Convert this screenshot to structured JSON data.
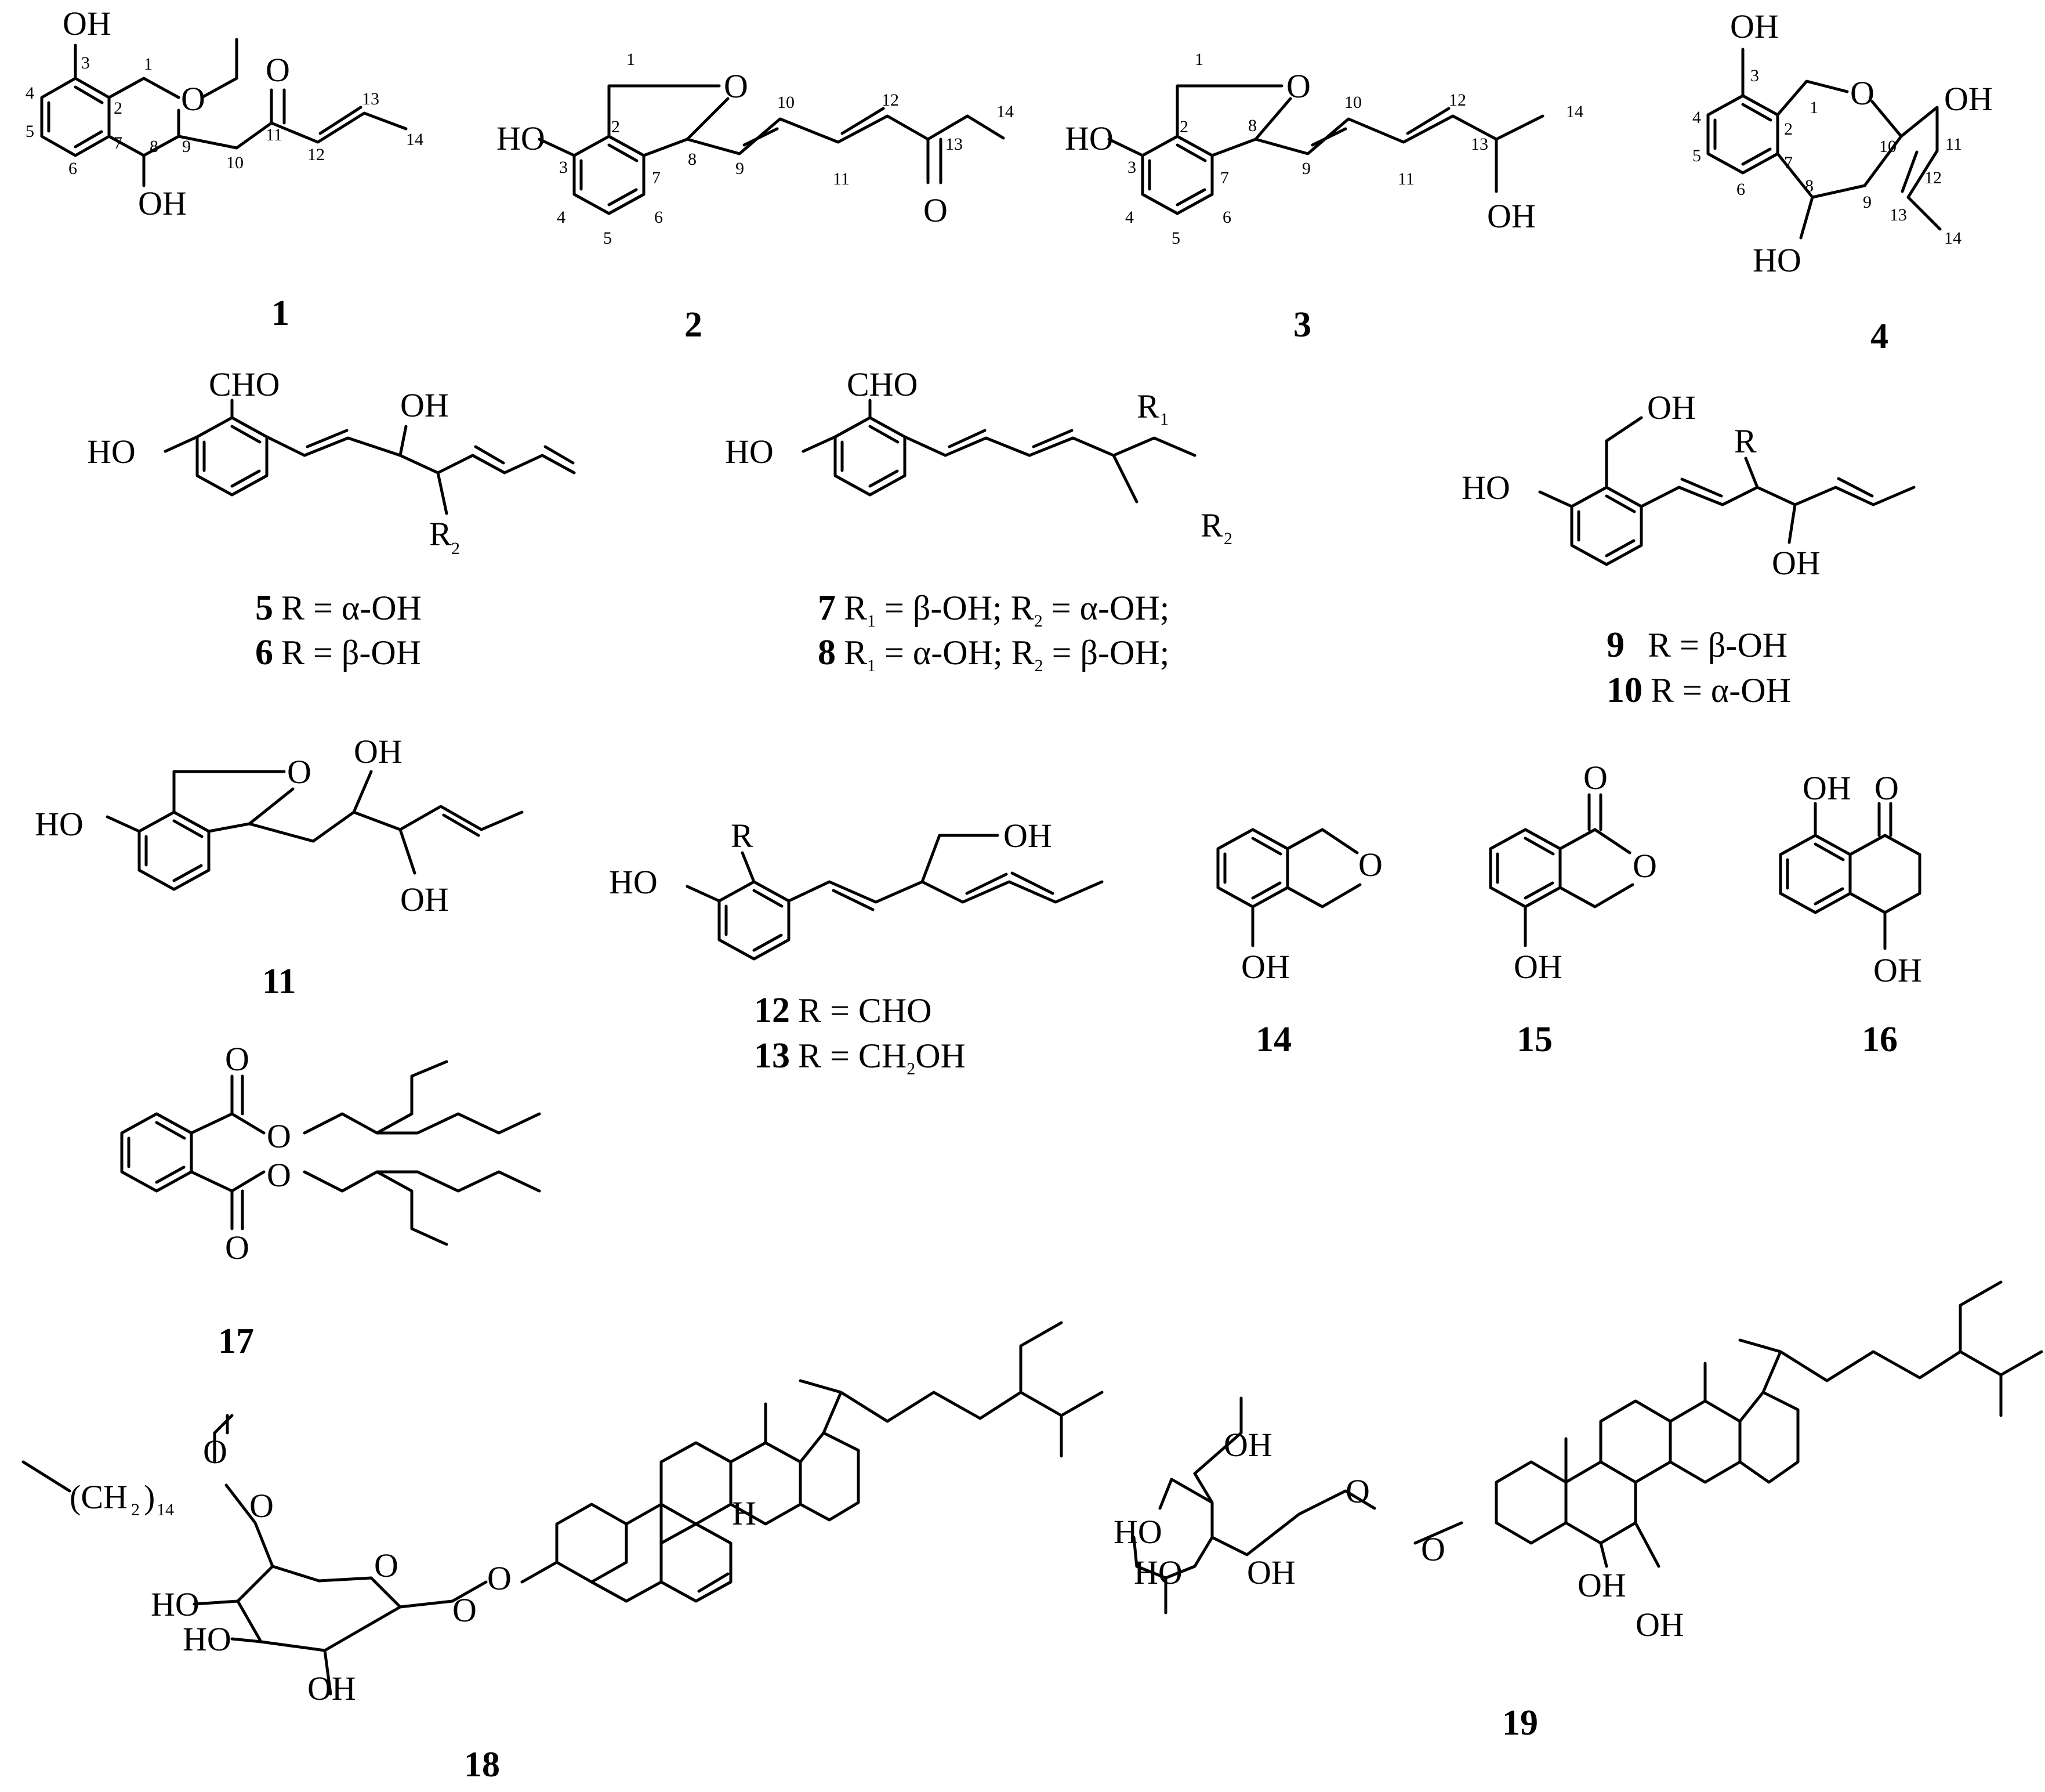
{
  "compounds": [
    {
      "id": "1",
      "atoms": [
        "OH",
        "O",
        "O",
        "OH"
      ],
      "locants": [
        "1",
        "2",
        "3",
        "4",
        "5",
        "6",
        "7",
        "8",
        "9",
        "10",
        "11",
        "12",
        "13",
        "14"
      ]
    },
    {
      "id": "2",
      "atoms": [
        "O",
        "HO",
        "O"
      ],
      "locants": [
        "1",
        "2",
        "3",
        "4",
        "5",
        "6",
        "7",
        "8",
        "9",
        "10",
        "11",
        "12",
        "13",
        "14"
      ]
    },
    {
      "id": "3",
      "atoms": [
        "O",
        "HO",
        "OH"
      ],
      "locants": [
        "1",
        "2",
        "3",
        "4",
        "5",
        "6",
        "7",
        "8",
        "9",
        "10",
        "11",
        "12",
        "13",
        "14"
      ]
    },
    {
      "id": "4",
      "atoms": [
        "OH",
        "O",
        "OH",
        "HO"
      ],
      "locants": [
        "1",
        "2",
        "3",
        "4",
        "5",
        "6",
        "7",
        "8",
        "9",
        "10",
        "11",
        "12",
        "13",
        "14"
      ]
    },
    {
      "id": "5",
      "atoms": [
        "CHO",
        "HO",
        "OH",
        "R",
        "2"
      ],
      "caption": "R = α-OH"
    },
    {
      "id": "6",
      "caption": "R = β-OH"
    },
    {
      "id": "7",
      "atoms": [
        "CHO",
        "HO",
        "R",
        "1",
        "R",
        "2"
      ],
      "caption_parts": [
        "R",
        "1",
        " = β-OH; R",
        "2",
        " = α-OH;"
      ]
    },
    {
      "id": "8",
      "caption_parts": [
        "R",
        "1",
        " = α-OH; R",
        "2",
        " = β-OH;"
      ]
    },
    {
      "id": "9",
      "atoms": [
        "OH",
        "HO",
        "R",
        "OH"
      ],
      "caption": "R = β-OH"
    },
    {
      "id": "10",
      "caption": "R = α-OH"
    },
    {
      "id": "11",
      "atoms": [
        "O",
        "HO",
        "OH",
        "OH"
      ]
    },
    {
      "id": "12",
      "atoms": [
        "R",
        "HO",
        "OH"
      ],
      "caption": "R = CHO"
    },
    {
      "id": "13",
      "caption_parts": [
        "R = CH",
        "2",
        "OH"
      ]
    },
    {
      "id": "14",
      "atoms": [
        "O",
        "OH"
      ]
    },
    {
      "id": "15",
      "atoms": [
        "O",
        "O",
        "OH"
      ]
    },
    {
      "id": "16",
      "atoms": [
        "OH",
        "O",
        "OH"
      ]
    },
    {
      "id": "17",
      "atoms": [
        "O",
        "O",
        "O",
        "O"
      ]
    },
    {
      "id": "18",
      "atoms": [
        "O",
        "(CH",
        "2",
        ")",
        "14",
        "O",
        "O",
        "HO",
        "HO",
        "OH",
        "O",
        "O",
        "H"
      ]
    },
    {
      "id": "19",
      "atoms": [
        "OH",
        "O",
        "HO",
        "HO",
        "OH",
        "O",
        "OH",
        "OH"
      ]
    }
  ]
}
